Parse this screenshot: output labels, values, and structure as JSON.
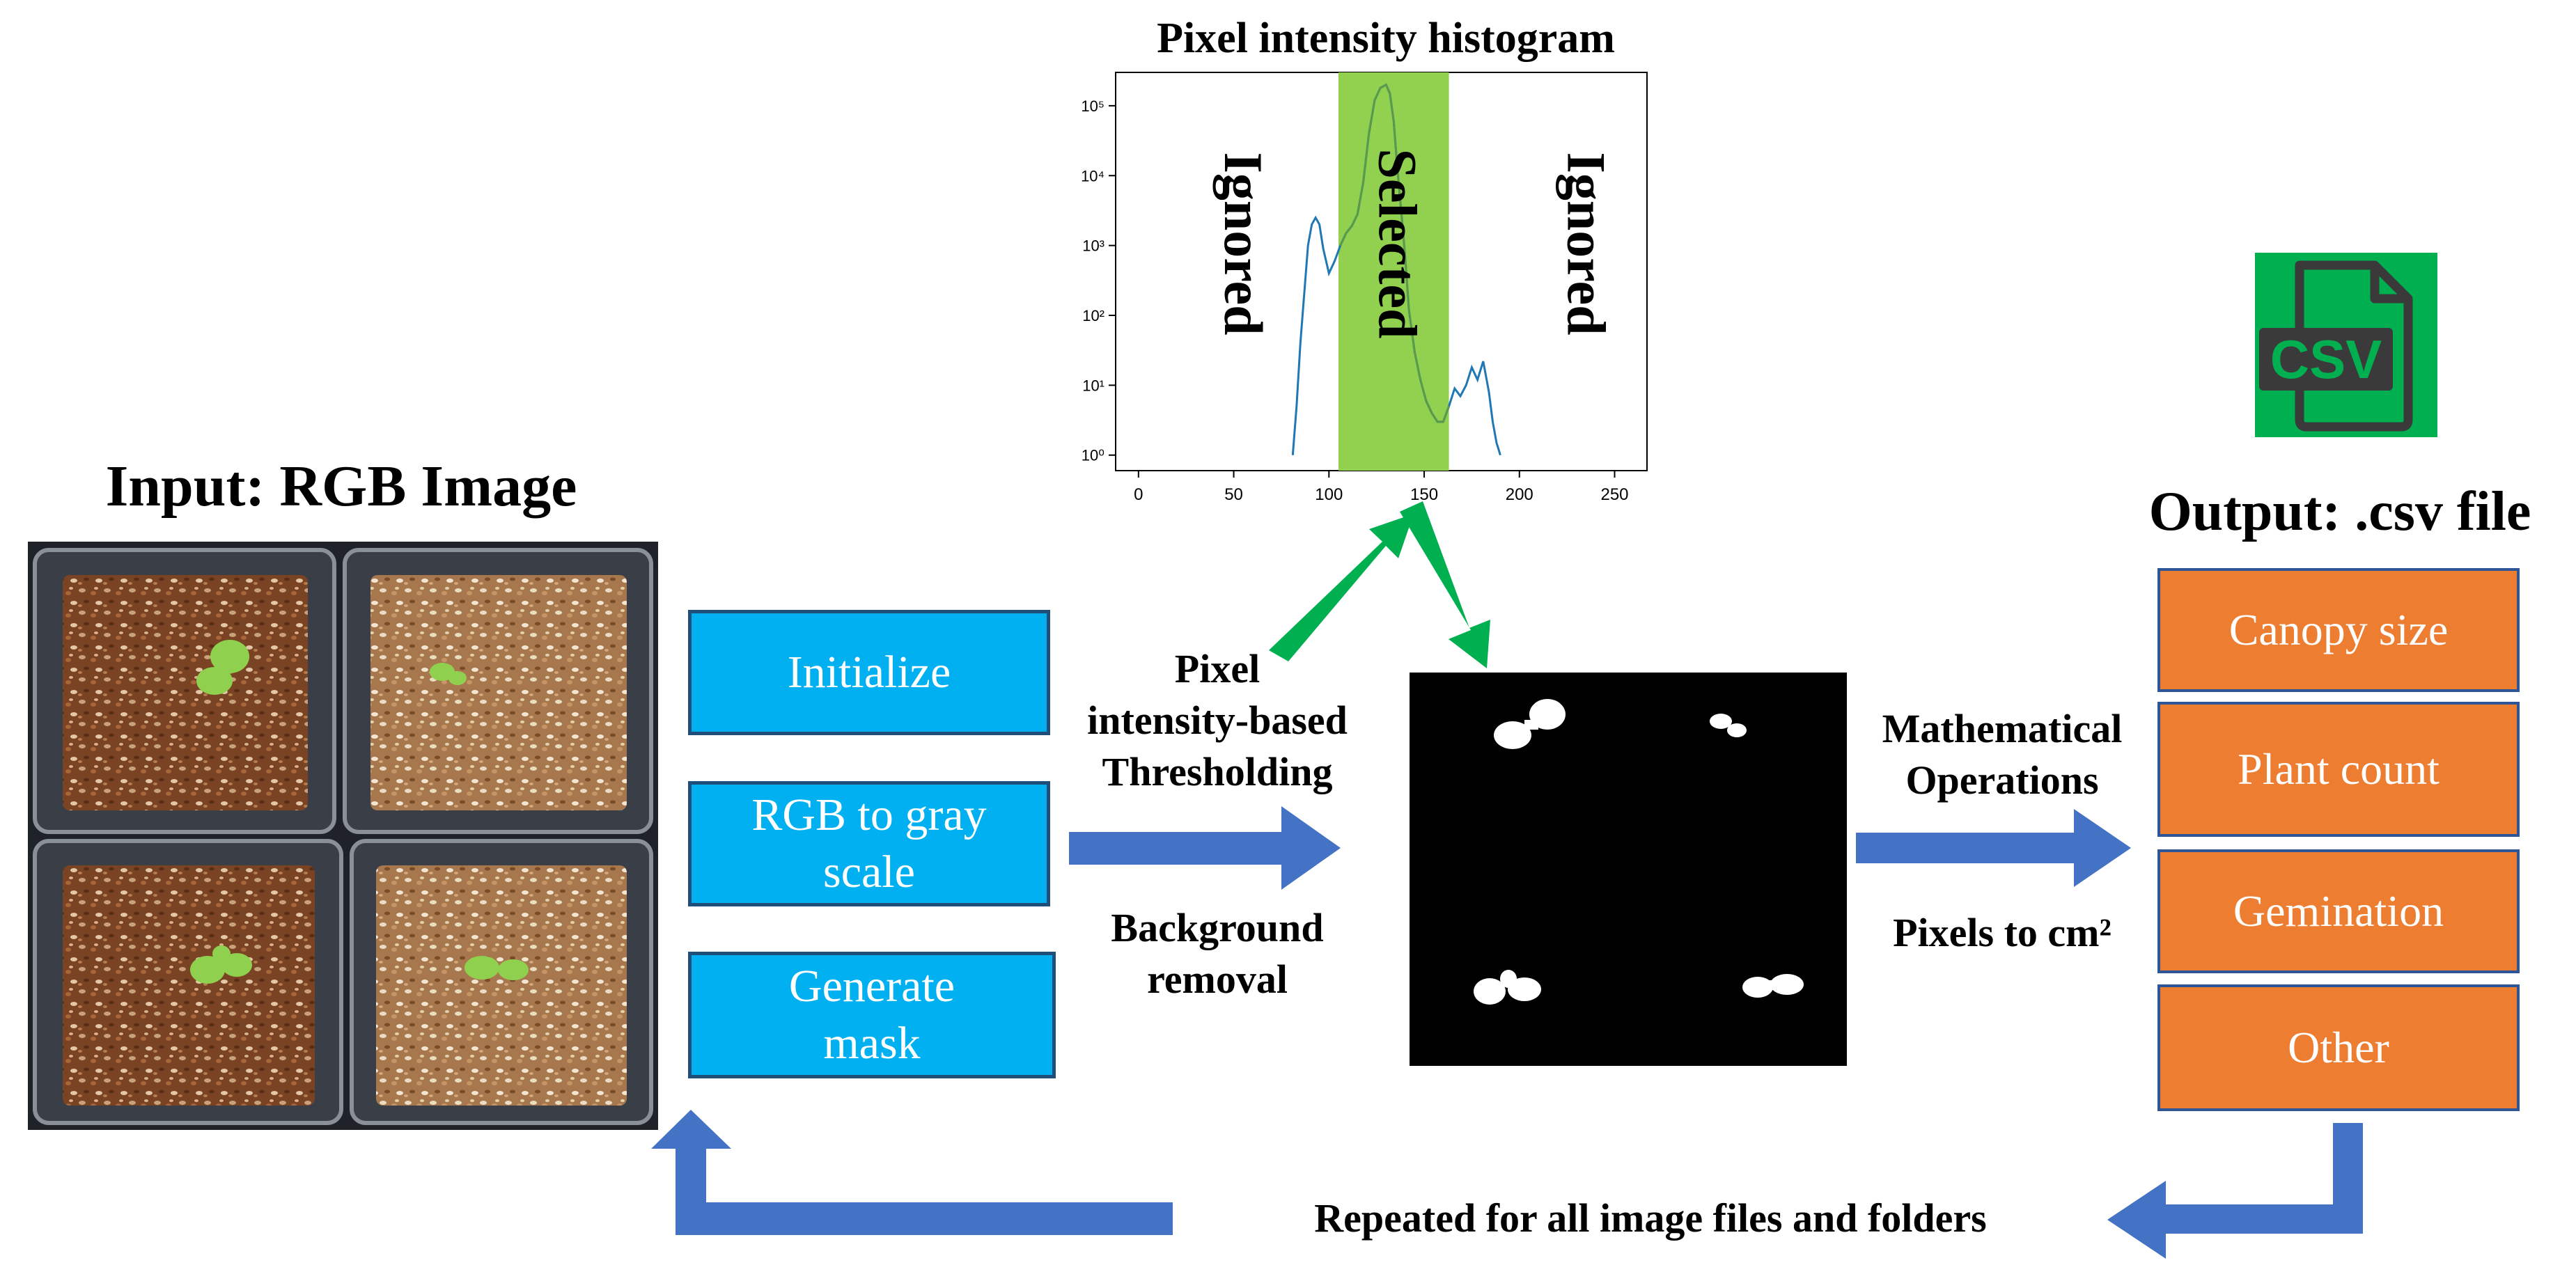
{
  "input": {
    "title": "Input: RGB Image"
  },
  "steps": [
    {
      "label": "Initialize"
    },
    {
      "label": "RGB to gray\nscale"
    },
    {
      "label": "Generate\nmask"
    }
  ],
  "threshold": {
    "top_label": "Pixel\nintensity-based\nThresholding",
    "bottom_label": "Background\nremoval"
  },
  "math": {
    "top_label": "Mathematical\nOperations",
    "bottom_label": "Pixels to cm²"
  },
  "output": {
    "title": "Output: .csv file",
    "icon_text": "CSV",
    "items": [
      "Canopy size",
      "Plant count",
      "Gemination",
      "Other"
    ]
  },
  "loop_label": "Repeated for all image files and folders",
  "colors": {
    "step_fill": "#00b0f0",
    "output_fill": "#ed7d31",
    "arrow_blue": "#4472c4",
    "arrow_green": "#00b050",
    "selected_band": "#92d050",
    "csv_icon_bg": "#00b050"
  },
  "chart_data": {
    "type": "line",
    "title": "Pixel intensity histogram",
    "xlabel": "",
    "ylabel": "",
    "xlim": [
      -12,
      267
    ],
    "yscale": "log",
    "ylim": [
      0.6,
      300000
    ],
    "xticks": [
      0,
      50,
      100,
      150,
      200,
      250
    ],
    "yticks": [
      "10⁰",
      "10¹",
      "10²",
      "10³",
      "10⁴",
      "10⁵"
    ],
    "selected_range": [
      105,
      163
    ],
    "regions": [
      {
        "label": "Ignored"
      },
      {
        "label": "Selected"
      },
      {
        "label": "Ignored"
      }
    ],
    "series": [
      {
        "x": [
          81,
          83,
          85,
          87,
          89,
          91,
          93,
          95,
          97,
          100,
          103,
          106,
          109,
          112,
          115,
          118,
          121,
          124,
          127,
          130,
          132,
          134,
          136,
          138,
          140,
          142,
          145,
          148,
          151,
          154,
          157,
          160,
          163,
          166,
          169,
          172,
          175,
          178,
          181,
          184,
          186,
          188,
          190
        ],
        "y": [
          1,
          5,
          40,
          200,
          1000,
          2000,
          2500,
          2000,
          900,
          400,
          600,
          1000,
          1500,
          1900,
          2800,
          8000,
          40000,
          120000,
          180000,
          200000,
          150000,
          60000,
          12000,
          3000,
          700,
          120,
          30,
          12,
          6,
          4,
          3,
          3,
          5,
          9,
          7,
          10,
          18,
          12,
          22,
          8,
          3,
          1.5,
          1
        ]
      }
    ]
  }
}
